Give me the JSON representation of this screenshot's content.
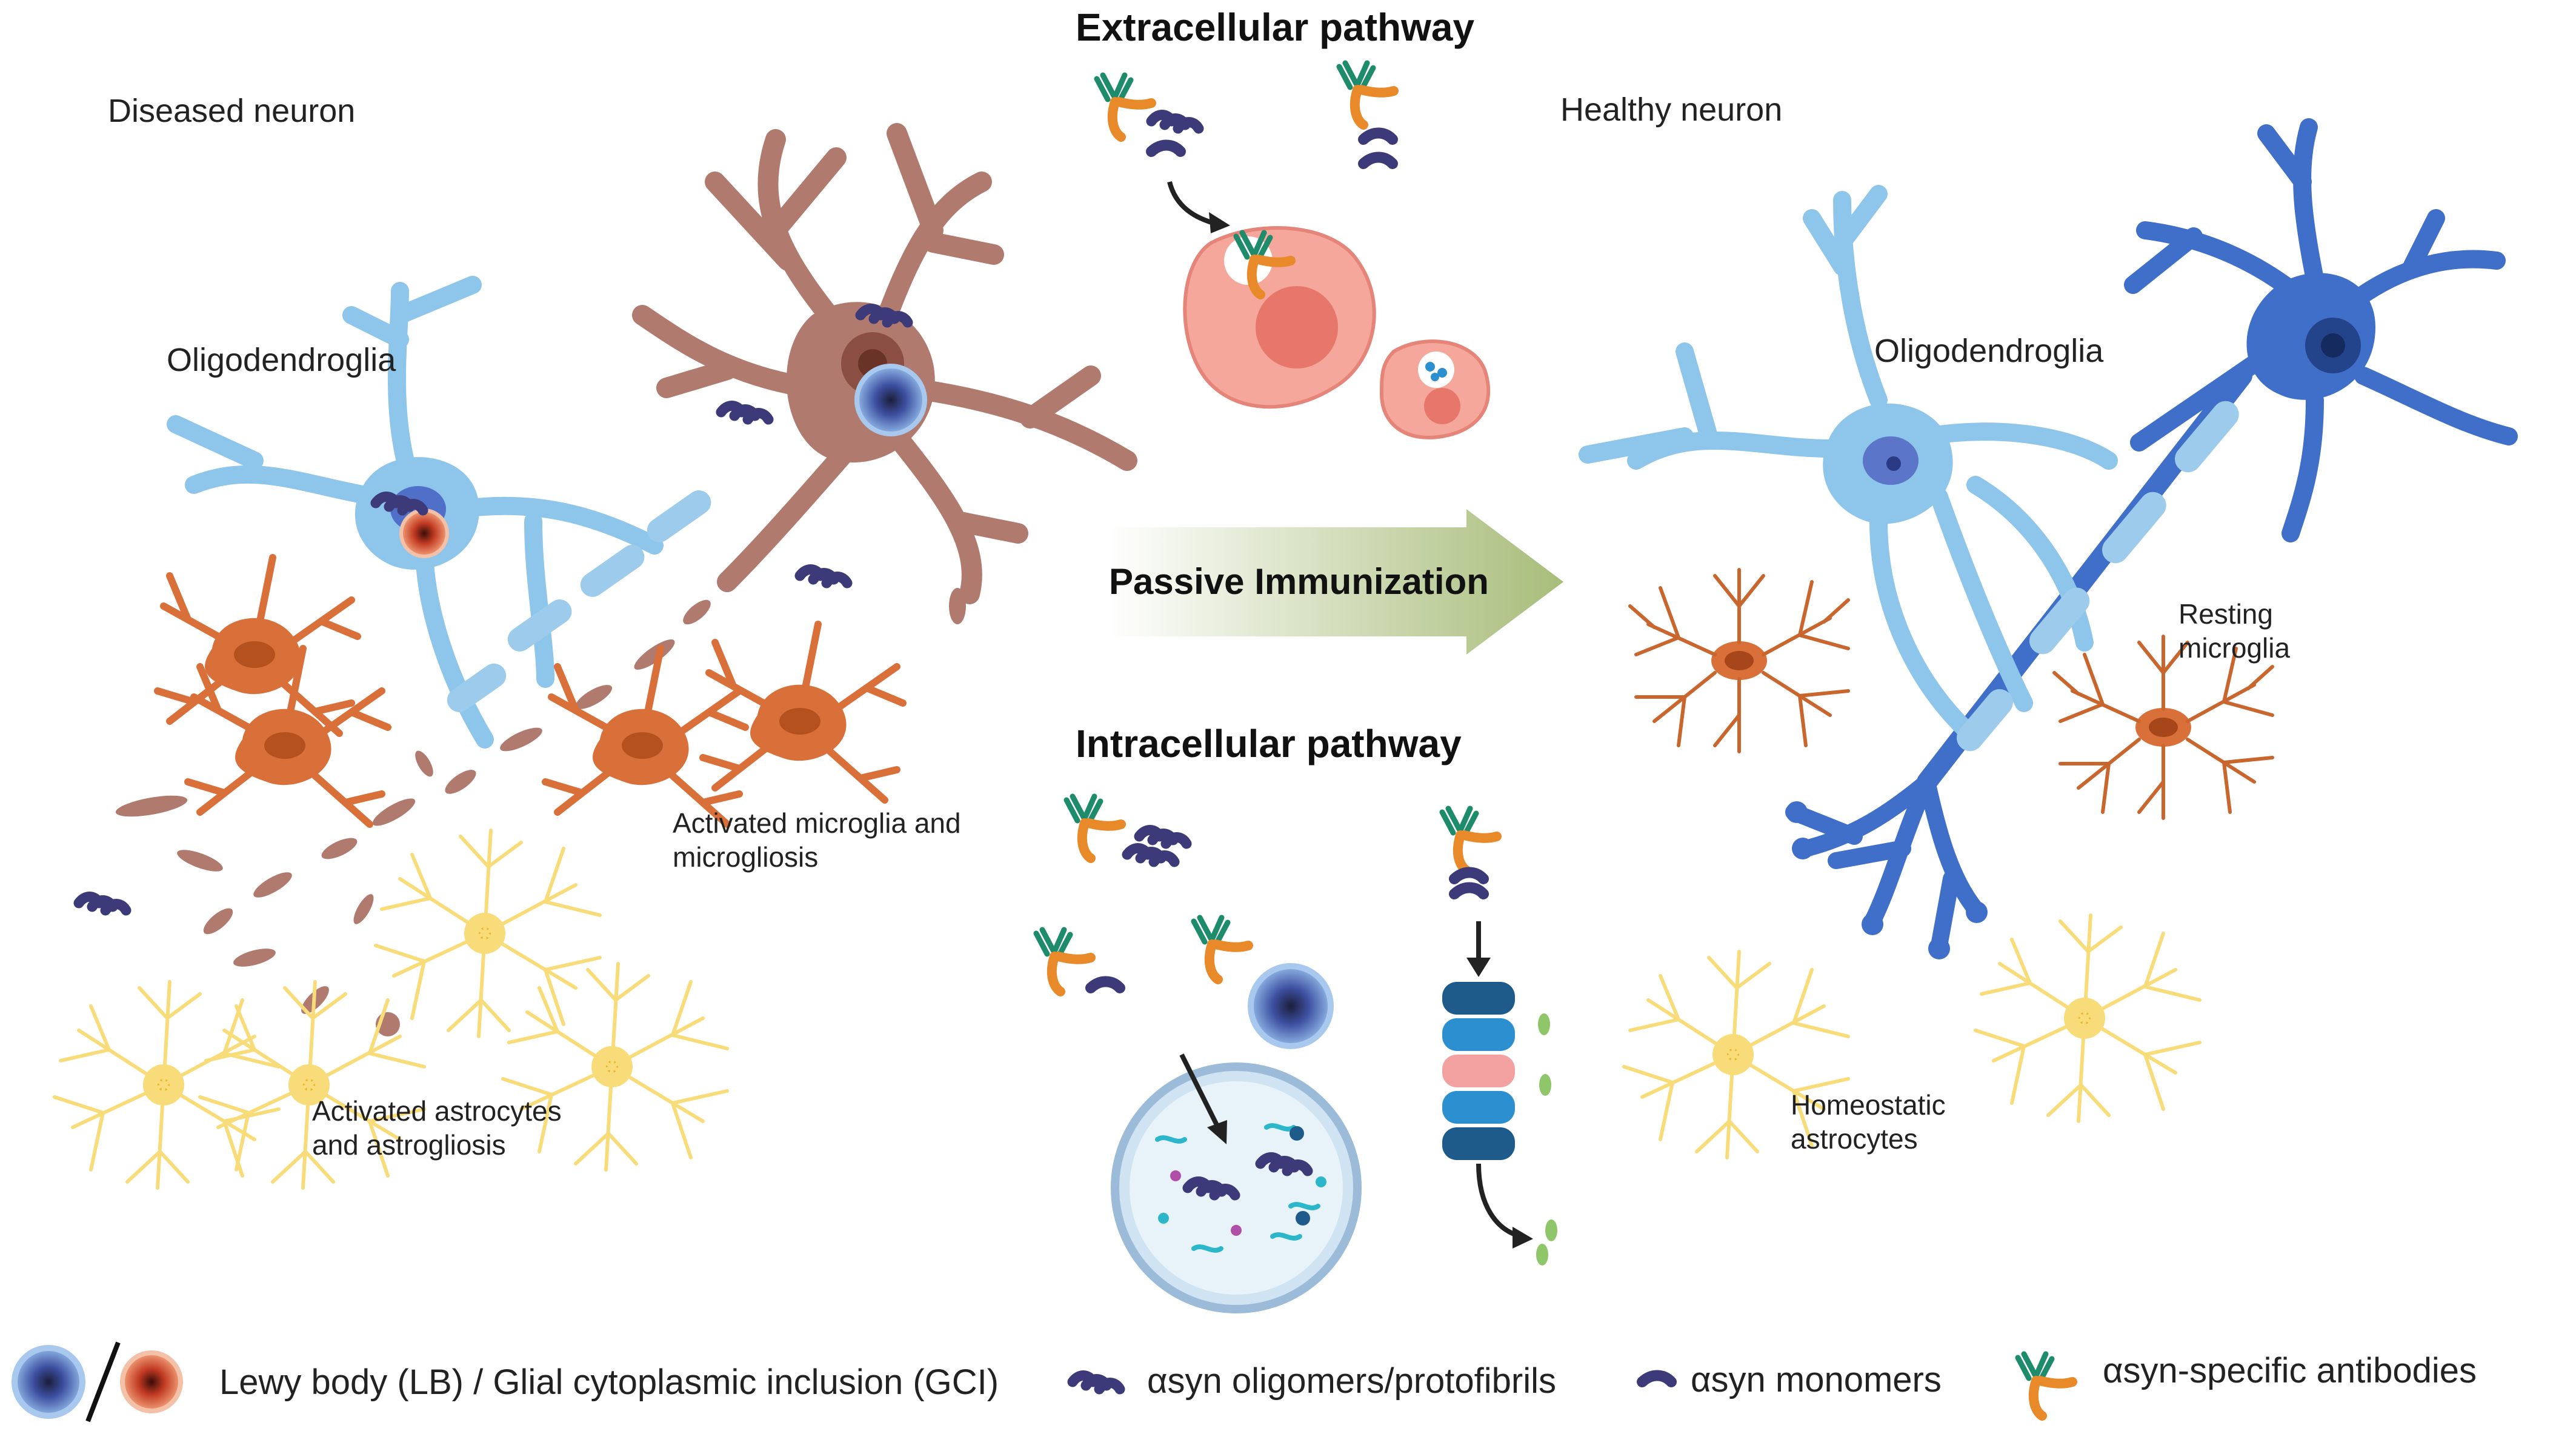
{
  "titles": {
    "extracellular": "Extracellular pathway",
    "intracellular": "Intracellular pathway",
    "passive": "Passive Immunization"
  },
  "left": {
    "diseased_neuron": "Diseased neuron",
    "oligodendroglia": "Oligodendroglia",
    "activated_microglia": [
      "Activated microglia and",
      "microgliosis"
    ],
    "activated_astrocytes": [
      "Activated astrocytes",
      "and astrogliosis"
    ]
  },
  "right": {
    "healthy_neuron": "Healthy neuron",
    "oligodendroglia": "Oligodendroglia",
    "resting_microglia": [
      "Resting",
      "microglia"
    ],
    "homeostatic_astrocytes": [
      "Homeostatic",
      "astrocytes"
    ]
  },
  "legend": {
    "lewy_body": "Lewy body (LB) / Glial cytoplasmic inclusion (GCI)",
    "oligomers": "αsyn oligomers/protofibrils",
    "monomers": "αsyn monomers",
    "antibodies": "αsyn-specific antibodies"
  },
  "colors": {
    "diseased_neuron": "#b07a6e",
    "oligodendroglia": "#8ec5ea",
    "healthy_neuron": "#3f6fc8",
    "microglia": "#d9703a",
    "astrocyte": "#f8dc7a",
    "alpha_syn": "#3d3a7a",
    "antibody_green": "#1e8c6a",
    "antibody_orange": "#e88a2a",
    "macrophage": "#f6a79b",
    "arrow_gradient_start": "#ffffff",
    "arrow_gradient_end": "#a8bd7a"
  }
}
